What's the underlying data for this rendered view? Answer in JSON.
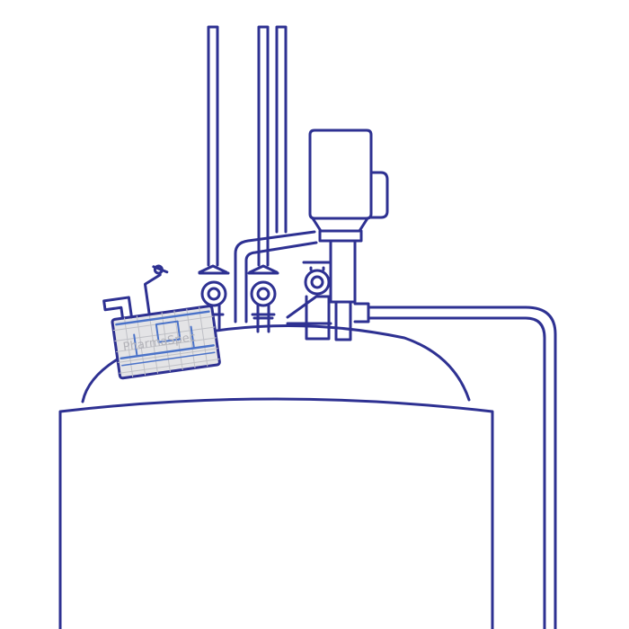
{
  "diagram": {
    "kind": "process-vessel-line-drawing",
    "colors": {
      "line": "#2e3192",
      "background": "#ffffff",
      "device_fill": "#e4e4e6",
      "device_grid": "#bfc0c6",
      "device_accent": "#4b73c9",
      "watermark": "#b2b2b8"
    },
    "components": {
      "vessel": "vessel-body",
      "dome": "dished-head",
      "nozzles": [
        "nozzle-left",
        "nozzle-middle",
        "nozzle-right"
      ],
      "drive": "agitator-drive",
      "piping": "side-return-pipe",
      "device": "tilted-sensor-device"
    },
    "watermark": {
      "text": "PharmaSpec"
    }
  }
}
